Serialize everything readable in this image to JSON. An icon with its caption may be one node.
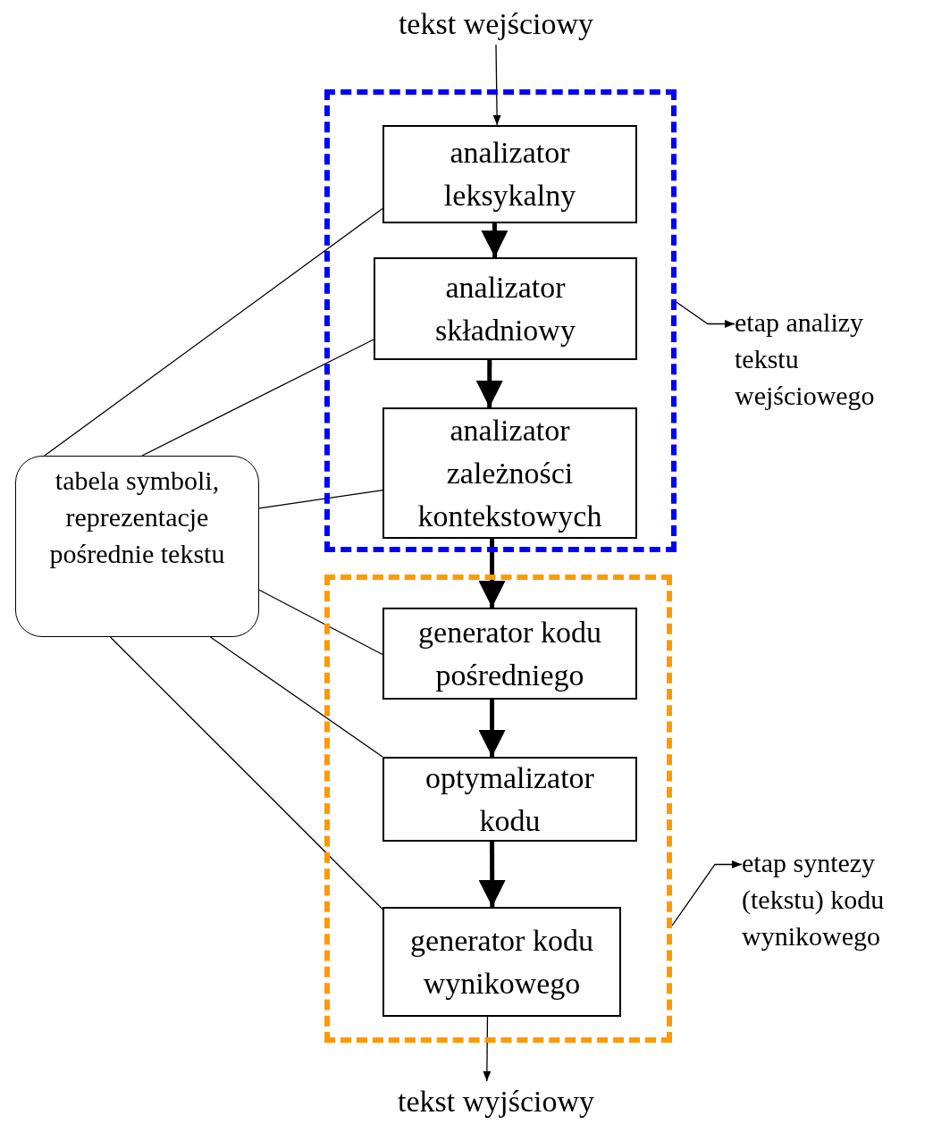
{
  "diagram": {
    "nodes": [
      {
        "text": [
          "tekst wejściowy"
        ]
      },
      {
        "text": [],
        "shape": "box"
      },
      {
        "text": [
          "analizator leksykalny"
        ],
        "in": 1
      },
      {
        "text": [
          "analizator składniowy"
        ],
        "in": 1
      },
      {
        "text": [
          "analizator zależności kontekstowych"
        ],
        "in": 1
      },
      {
        "text": [],
        "shape": "box"
      },
      {
        "text": [
          "generator kodu pośredniego"
        ],
        "in": 5
      },
      {
        "text": [
          "optymalizator kodu"
        ],
        "in": 5
      },
      {
        "text": [
          "generator kodu wynikowego"
        ],
        "in": 5
      },
      {
        "text": [
          "tekst wyjściowy"
        ]
      },
      {
        "text": [
          "tabela symboli, reprezentacje pośrednie tekstu"
        ]
      },
      {
        "text": [
          "etap analizy tekstu wejściowego"
        ]
      },
      {
        "text": [
          "etap syntezy (tekstu) kodu wynikowego"
        ]
      }
    ],
    "edges": [
      {
        "from": 0,
        "to": 2,
        "arrow": "to"
      },
      {
        "from": 2,
        "to": 3,
        "arrow": "to",
        "style": "thick"
      },
      {
        "from": 3,
        "to": 4,
        "arrow": "to",
        "style": "thick"
      },
      {
        "from": 4,
        "to": 6,
        "arrow": "to",
        "style": "thick"
      },
      {
        "from": 6,
        "to": 7,
        "arrow": "to",
        "style": "thick"
      },
      {
        "from": 7,
        "to": 8,
        "arrow": "to",
        "style": "thick"
      },
      {
        "from": 8,
        "to": 9,
        "arrow": "to"
      },
      {
        "from": 10,
        "to": 2,
        "arrow": "none"
      },
      {
        "from": 10,
        "to": 3,
        "arrow": "none"
      },
      {
        "from": 10,
        "to": 4,
        "arrow": "none"
      },
      {
        "from": 10,
        "to": 6,
        "arrow": "none"
      },
      {
        "from": 10,
        "to": 7,
        "arrow": "none"
      },
      {
        "from": 10,
        "to": 8,
        "arrow": "none"
      },
      {
        "from": 1,
        "to": 11,
        "arrow": "to"
      },
      {
        "from": 5,
        "to": 12,
        "arrow": "to"
      }
    ]
  }
}
